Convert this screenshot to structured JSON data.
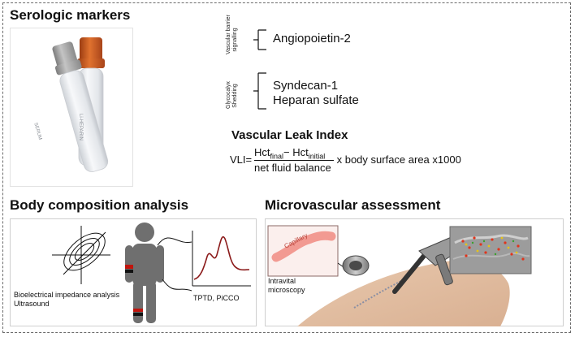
{
  "serologic": {
    "title": "Serologic markers",
    "tube_left_label": "SERUM",
    "tube_right_label": "Li-HEPARIN",
    "group1_label_line1": "Vascular barrier",
    "group1_label_line2": "signalling",
    "group1_items": [
      "Angiopoietin-2"
    ],
    "group2_label_line1": "Glycocalyx",
    "group2_label_line2": "Shedding",
    "group2_items": [
      "Syndecan-1",
      "Heparan sulfate"
    ]
  },
  "vli": {
    "title": "Vascular Leak Index",
    "prefix": "VLI=",
    "hct": "Hct",
    "final_sub": "final",
    "minus": "− ",
    "initial_sub": "initial",
    "denominator": "net fluid balance",
    "suffix": " x body surface area x1000"
  },
  "body_comp": {
    "title": "Body composition analysis",
    "caption_line1": "Bioelectrical impedance analysis",
    "caption_line2": "Ultrasound",
    "curve_label": "TPTD, PiCCO"
  },
  "microvascular": {
    "title": "Microvascular assessment",
    "capillary_label": "Capillary",
    "caption_line1": "Intravital",
    "caption_line2": "microscopy"
  },
  "colors": {
    "capillary_fill": "#f29a92",
    "curve": "#8b1a1a",
    "cap_orange": "#c8551d",
    "cap_grey": "#9a9a9a",
    "frame_dash": "#6b6b6b"
  }
}
